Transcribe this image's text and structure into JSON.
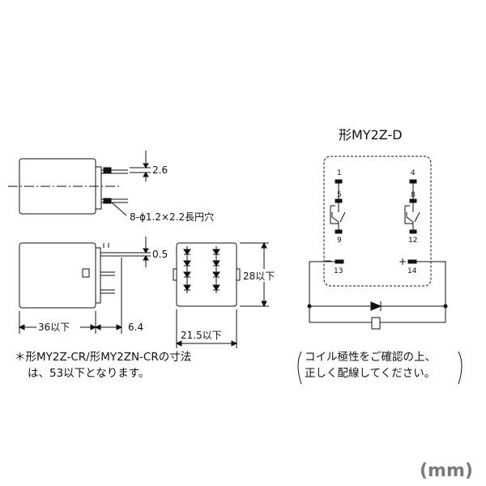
{
  "title": "形MY2Z-D",
  "dimensions": {
    "top_gap": "2.6",
    "hole_callout": "8-ϕ1.2×2.2長円穴",
    "pin_offset": "0.5",
    "length": "36以下",
    "pin_pitch": "6.4",
    "width": "21.5以下",
    "height": "28以下"
  },
  "terminals": {
    "coil_left": "1",
    "coil_right": "4",
    "nc_left": "5",
    "nc_right": "8",
    "no_left": "9",
    "no_right": "12",
    "com_left": "13",
    "com_right": "14",
    "minus": "−",
    "plus": "+"
  },
  "notes": {
    "left_line1": "＊形MY2Z-CR/形MY2ZN-CRの寸法",
    "left_line2": "は、53以下となります。",
    "right_line1": "コイル極性をご確認の上、",
    "right_line2": "正しく配線してください。"
  },
  "unit": "(mm)"
}
